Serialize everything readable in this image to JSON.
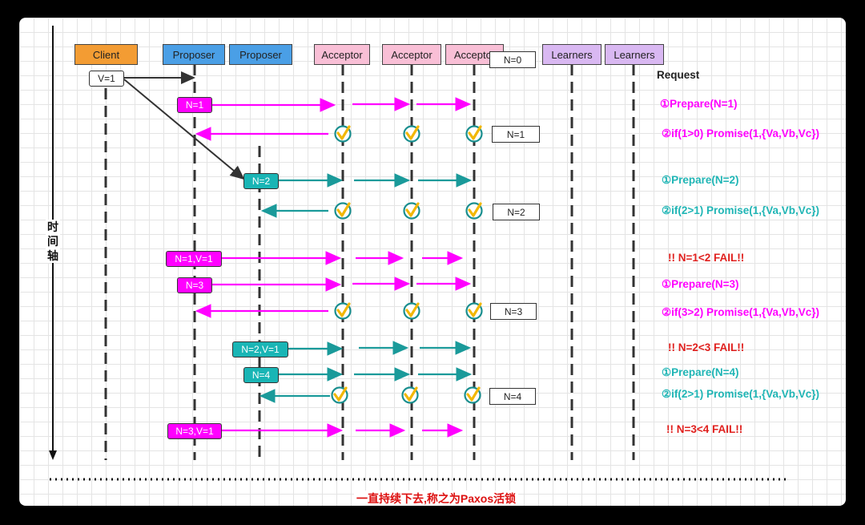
{
  "actors": [
    {
      "label": "Client",
      "color": "#f39c33"
    },
    {
      "label": "Proposer",
      "color": "#4a9fe6"
    },
    {
      "label": "Proposer",
      "color": "#4a9fe6"
    },
    {
      "label": "Acceptor",
      "color": "#f9bfd6"
    },
    {
      "label": "Acceptor",
      "color": "#f9bfd6"
    },
    {
      "label": "Acceptor",
      "color": "#f9bfd6"
    },
    {
      "label": "Learners",
      "color": "#d9b8f2"
    },
    {
      "label": "Learners",
      "color": "#d9b8f2"
    }
  ],
  "time_axis": [
    "时",
    "间",
    "轴"
  ],
  "messages": {
    "client_v": "V=1",
    "m1": "N=1",
    "m2": "N=2",
    "m3": "N=1,V=1",
    "m4": "N=3",
    "m5": "N=2,V=1",
    "m6": "N=4",
    "m7": "N=3,V=1"
  },
  "acceptor_states": [
    "N=0",
    "N=1",
    "N=2",
    "N=3",
    "N=4"
  ],
  "annotations": {
    "request": "Request",
    "a1": "①Prepare(N=1)",
    "a2": "②if(1>0) Promise(1,{Va,Vb,Vc})",
    "a3": "①Prepare(N=2)",
    "a4": "②if(2>1) Promise(1,{Va,Vb,Vc})",
    "a5": "!! N=1<2 FAIL!!",
    "a6": "①Prepare(N=3)",
    "a7": "②if(3>2) Promise(1,{Va,Vb,Vc})",
    "a8": "!! N=2<3 FAIL!!",
    "a9": "①Prepare(N=4)",
    "a10": "②if(2>1) Promise(1,{Va,Vb,Vc})",
    "a11": "!! N=3<4 FAIL!!"
  },
  "footer": "一直持续下去,称之为Paxos活锁",
  "colors": {
    "magenta": "#ff00ff",
    "teal": "#1a9a9a",
    "fail": "#e0201e",
    "check": "#f2b705"
  }
}
